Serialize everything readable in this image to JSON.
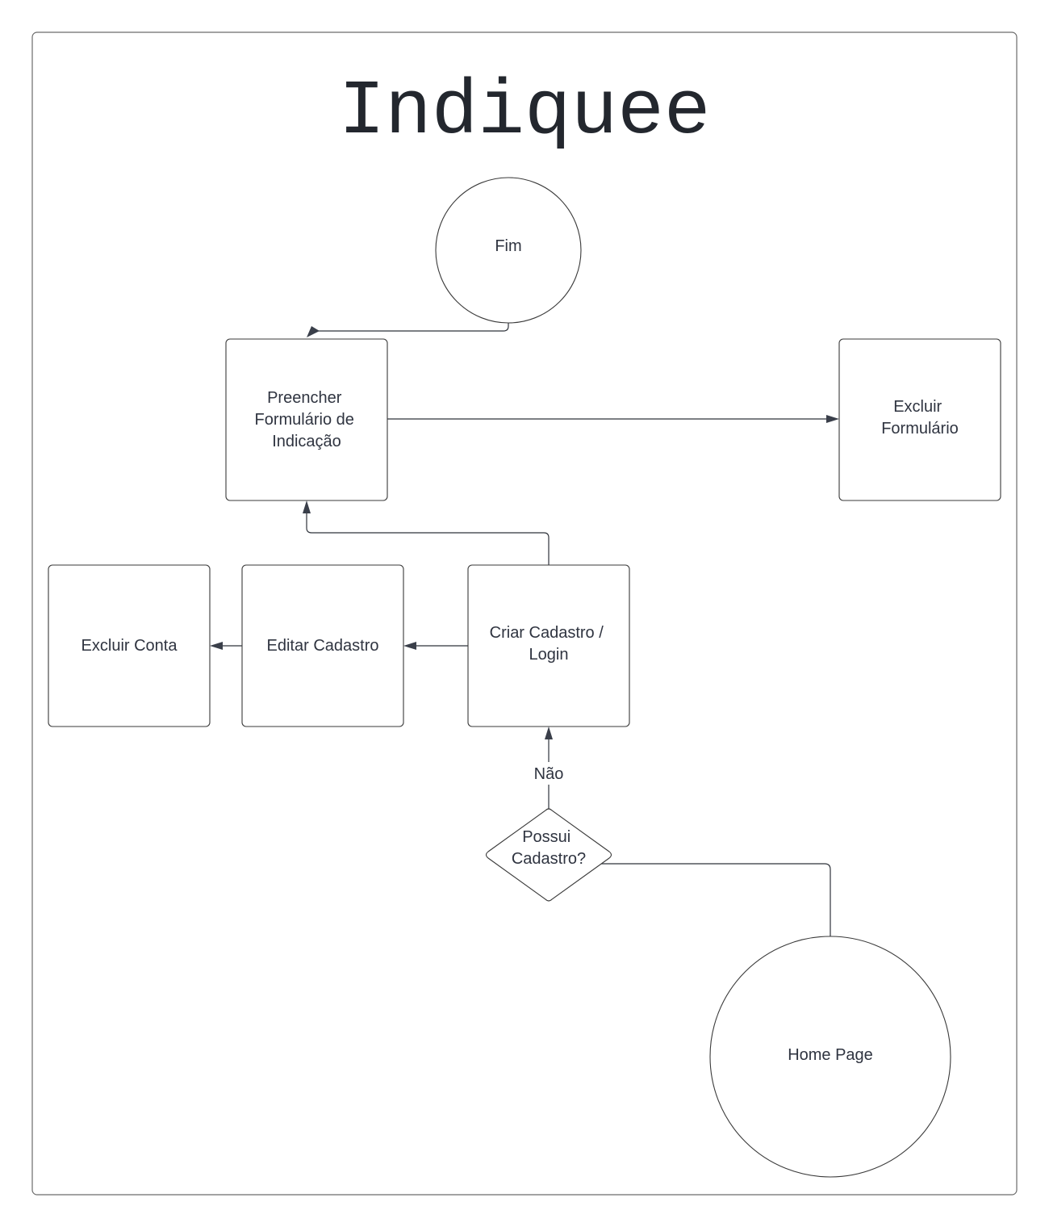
{
  "diagram": {
    "title": "Indiquee",
    "nodes": {
      "fim": "Fim",
      "preencher": [
        "Preencher",
        "Formulário de",
        "Indicação"
      ],
      "excluir_formulario": [
        "Excluir",
        "Formulário"
      ],
      "excluir_conta": "Excluir Conta",
      "editar_cadastro": "Editar Cadastro",
      "criar_cadastro": [
        "Criar Cadastro /",
        "Login"
      ],
      "possui_cadastro": [
        "Possui",
        "Cadastro?"
      ],
      "home_page": "Home Page"
    },
    "edge_labels": {
      "nao": "Não"
    }
  }
}
